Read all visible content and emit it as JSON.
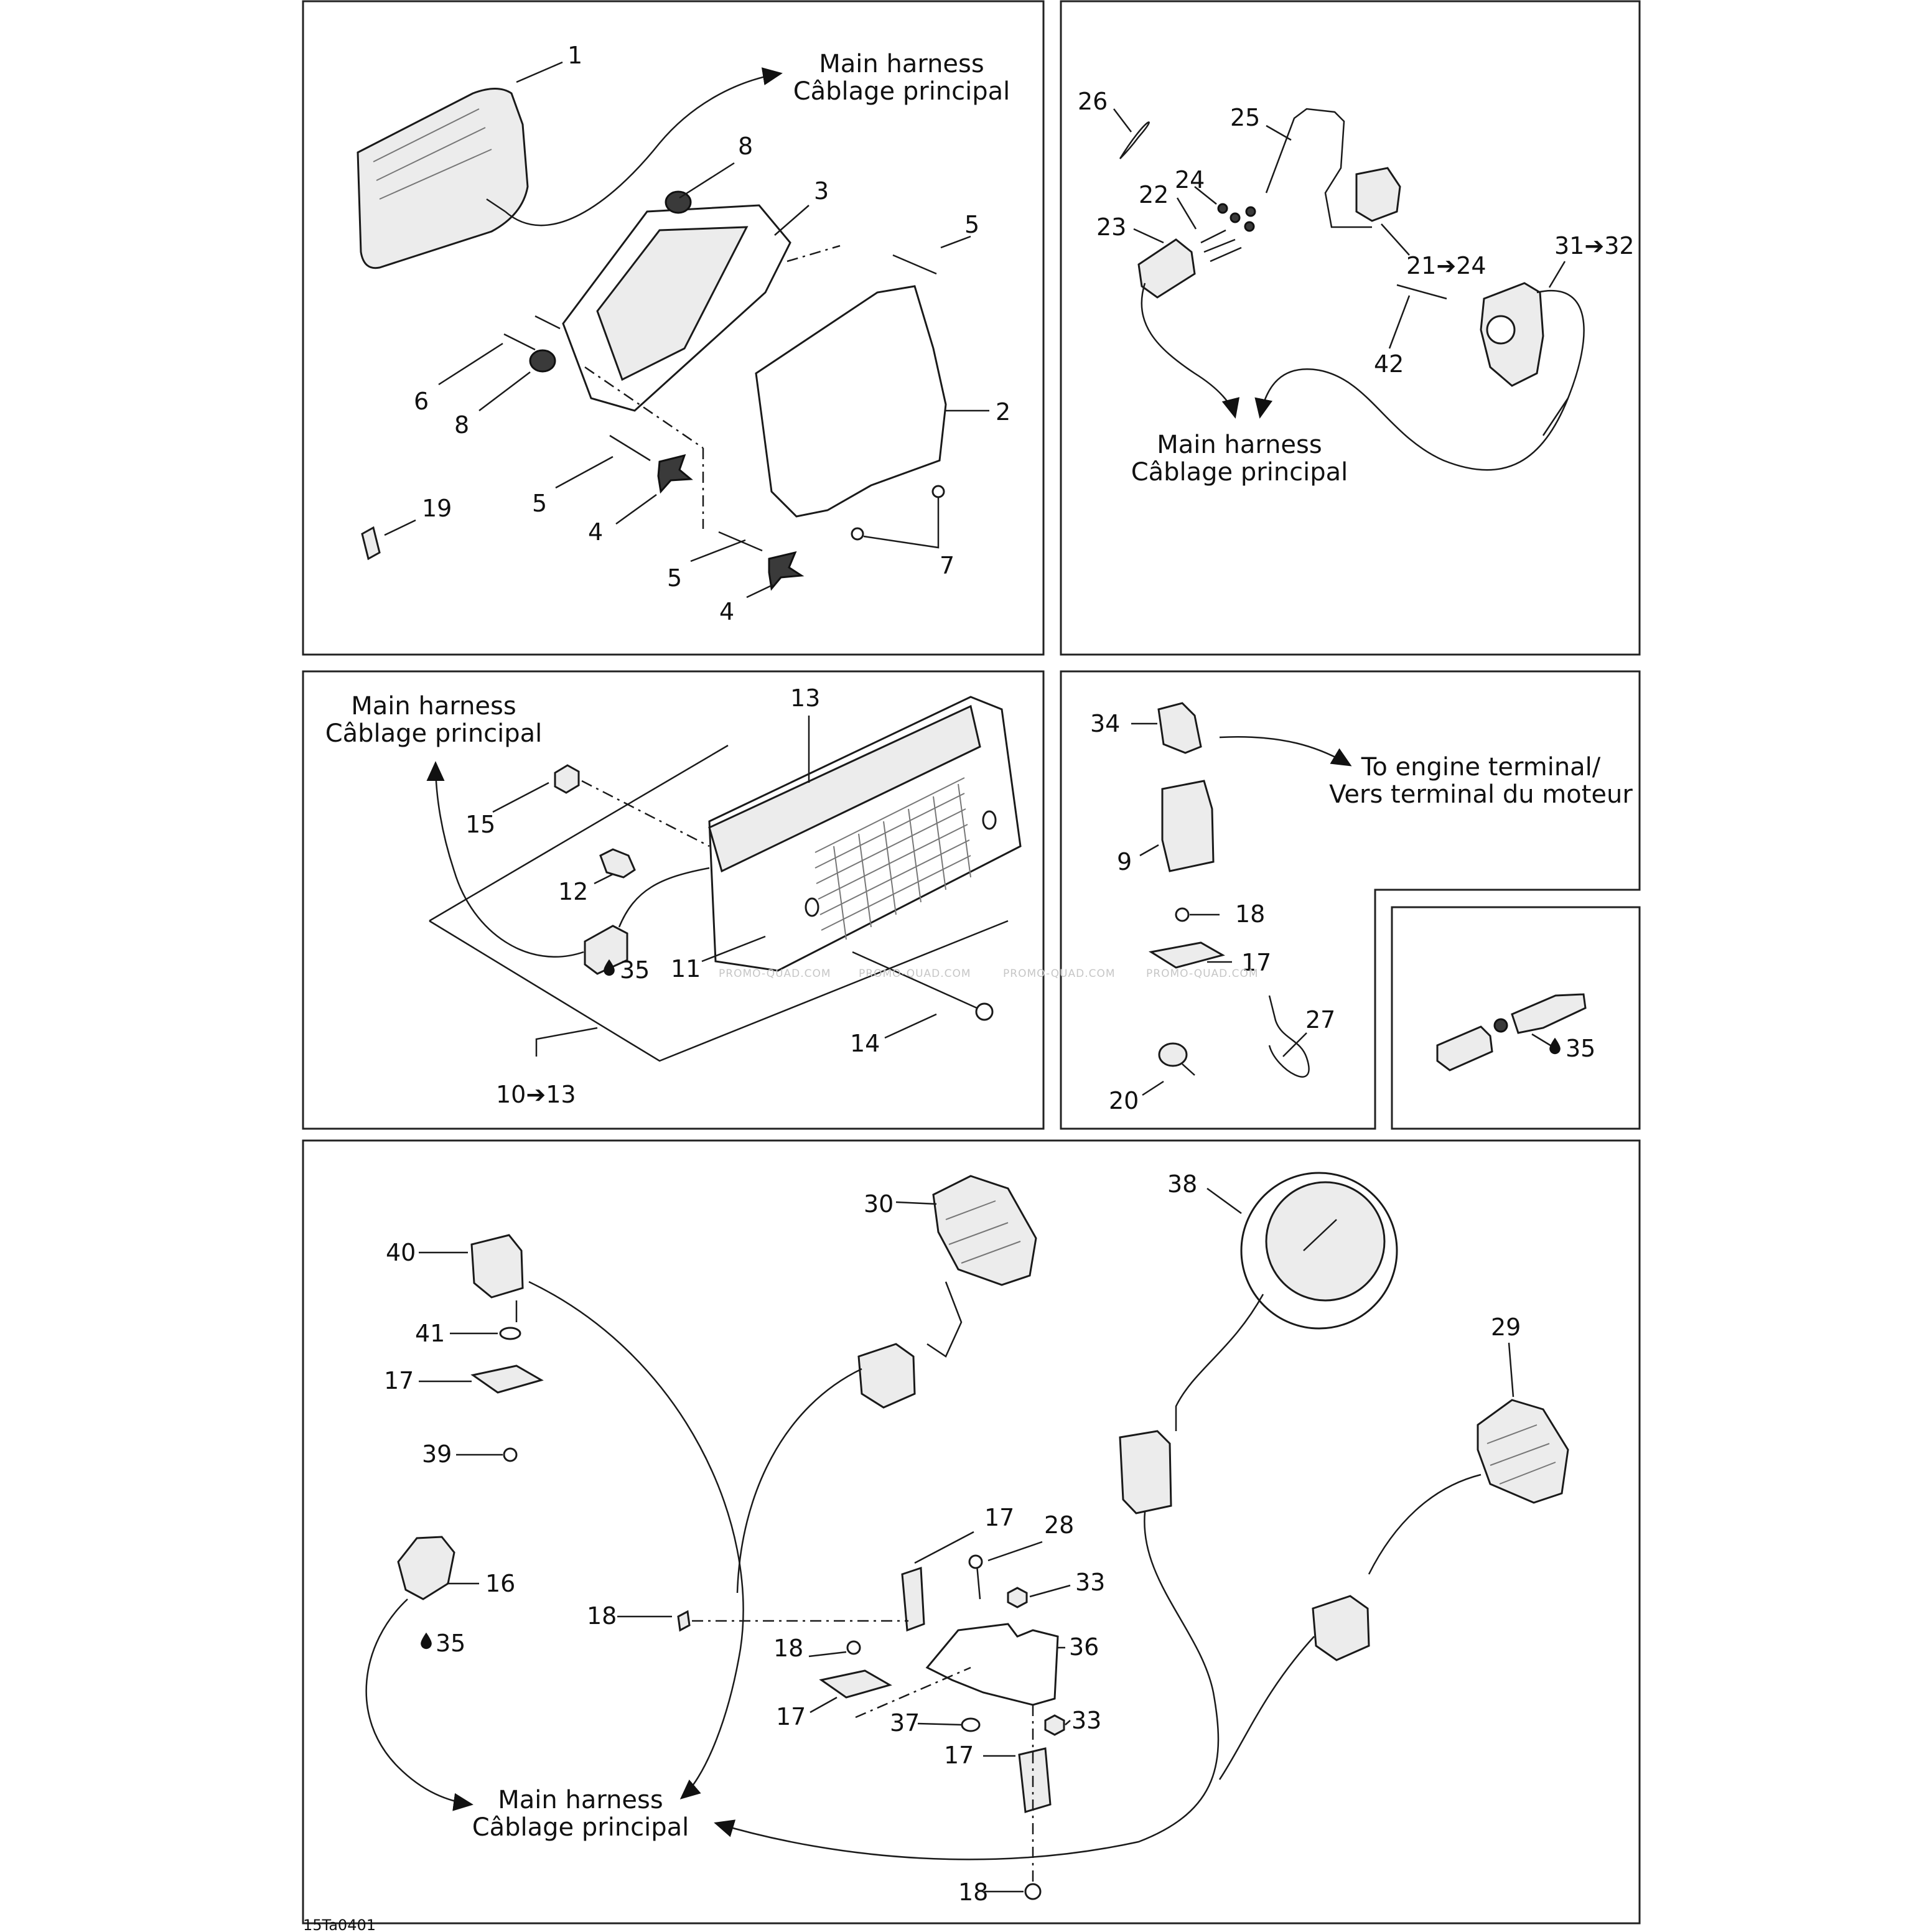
{
  "figure_ref": "15Ta0401",
  "watermark": "PROMO-QUAD.COM",
  "harness_en": "Main harness",
  "harness_fr": "Câblage principal",
  "engine_en": "To engine terminal/",
  "engine_fr": "Vers terminal du moteur",
  "oil_icon": "oil-drop-icon",
  "callouts": {
    "c1": "1",
    "c2": "2",
    "c3": "3",
    "c4": "4",
    "c5": "5",
    "c6": "6",
    "c7": "7",
    "c8": "8",
    "c9": "9",
    "c11": "11",
    "c12": "12",
    "c13": "13",
    "c14": "14",
    "c15": "15",
    "c16": "16",
    "c17": "17",
    "c18": "18",
    "c19": "19",
    "c20": "20",
    "c22": "22",
    "c23": "23",
    "c24": "24",
    "c25": "25",
    "c26": "26",
    "c27": "27",
    "c28": "28",
    "c29": "29",
    "c30": "30",
    "c33": "33",
    "c34": "34",
    "c35": "35",
    "c36": "36",
    "c37": "37",
    "c38": "38",
    "c39": "39",
    "c40": "40",
    "c41": "41",
    "c42": "42",
    "r21_24": "21➔24",
    "r31_32": "31➔32",
    "r10_13": "10➔13"
  }
}
